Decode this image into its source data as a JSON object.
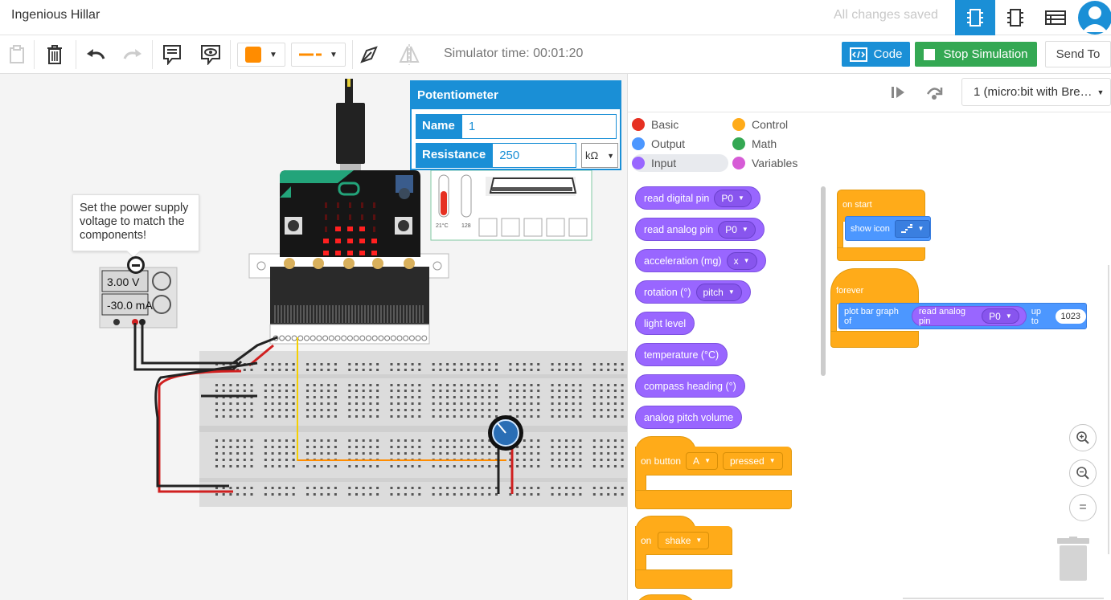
{
  "topbar": {
    "title": "Ingenious Hillar",
    "status": "All changes saved"
  },
  "toolbar": {
    "sim_time": "Simulator time: 00:01:20",
    "code_label": "Code",
    "stop_label": "Stop Simulation",
    "send_label": "Send To",
    "color": "#ff8c00"
  },
  "potentiometer": {
    "title": "Potentiometer",
    "name_label": "Name",
    "name_value": "1",
    "res_label": "Resistance",
    "res_value": "250",
    "unit": "kΩ"
  },
  "power_supply": {
    "tooltip": "Set the power supply voltage to match the components!",
    "voltage": "3.00 V",
    "current": "-30.0 mA"
  },
  "env_panel": {
    "temp": "21°C",
    "light": "128"
  },
  "device_select": "1 (micro:bit with Bre…",
  "categories": [
    {
      "label": "Basic",
      "color": "#e63022"
    },
    {
      "label": "Control",
      "color": "#ffab19"
    },
    {
      "label": "Output",
      "color": "#4c97ff"
    },
    {
      "label": "Math",
      "color": "#34a853"
    },
    {
      "label": "Input",
      "color": "#9966ff"
    },
    {
      "label": "Variables",
      "color": "#d65cd6"
    }
  ],
  "blocks": {
    "read_digital": "read digital pin",
    "read_analog": "read analog pin",
    "pin": "P0",
    "accel": "acceleration (mg)",
    "accel_axis": "x",
    "rotation": "rotation (°)",
    "rotation_axis": "pitch",
    "light": "light level",
    "temp": "temperature (°C)",
    "compass": "compass heading (°)",
    "pitch_vol": "analog pitch volume",
    "on_button": "on button",
    "button": "A",
    "pressed": "pressed",
    "on": "on",
    "shake": "shake"
  },
  "workspace": {
    "on_start": "on start",
    "show_icon": "show icon",
    "forever": "forever",
    "plot": "plot bar graph of",
    "read_analog": "read analog pin",
    "pin": "P0",
    "up_to": "up to",
    "max": "1023"
  },
  "zoom": {
    "reset": "="
  }
}
